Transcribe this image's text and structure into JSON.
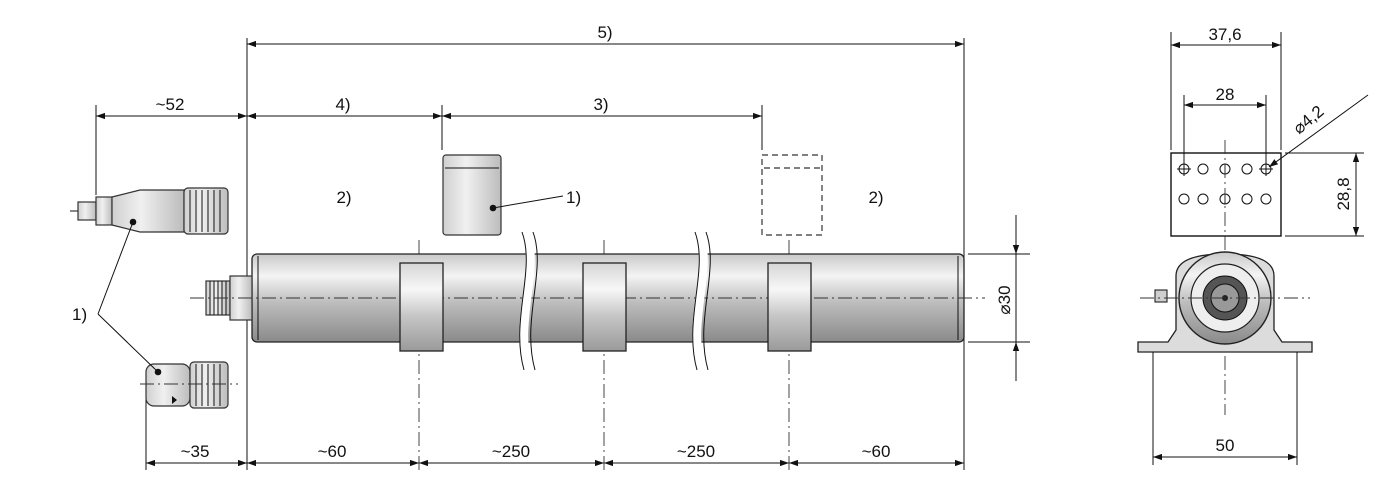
{
  "front_view": {
    "overall_length": "5)",
    "segment_4": "4)",
    "segment_3": "3)",
    "free_zone_left": "2)",
    "free_zone_right": "2)",
    "magnet_callout": "1)",
    "connector_callout": "1)",
    "connector_length": "~52",
    "connector_offset": "~35",
    "bottom_dims": [
      "~60",
      "~250",
      "~250",
      "~60"
    ],
    "diameter": "⌀30"
  },
  "side_view": {
    "bracket_width": "37,6",
    "hole_spacing": "28",
    "hole_diameter": "⌀4,2",
    "bracket_height": "28,8",
    "base_width": "50"
  }
}
